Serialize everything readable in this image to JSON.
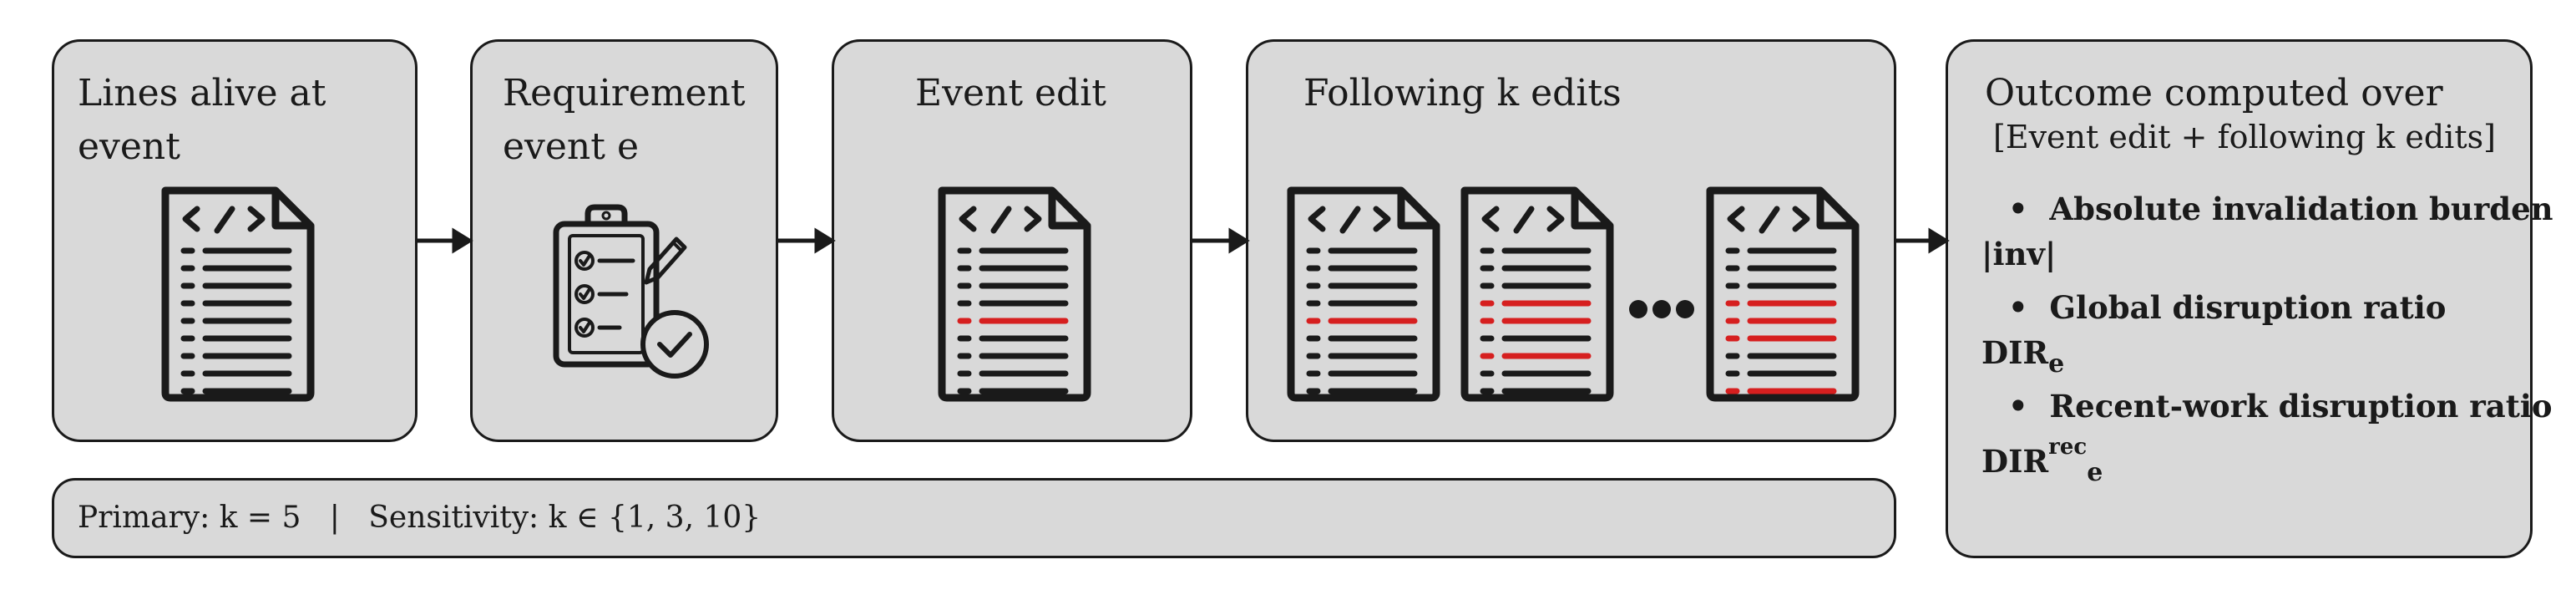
{
  "boxes": {
    "lines_alive": {
      "title_line1": "Lines alive at",
      "title_line2": "event"
    },
    "requirement": {
      "title_line1": "Requirement",
      "title_line2": "event e"
    },
    "event_edit": {
      "title": "Event edit"
    },
    "following": {
      "title": "Following k edits"
    },
    "outcome": {
      "title": "Outcome computed over",
      "subtitle": "[Event edit + following k edits]",
      "metrics": [
        {
          "bullet": "•",
          "label": "Absolute invalidation burden",
          "symbol": "|inv|",
          "symbol_sub": "",
          "symbol_sup": ""
        },
        {
          "bullet": "•",
          "label": "Global disruption ratio",
          "symbol": "DIR",
          "symbol_sub": "e",
          "symbol_sup": ""
        },
        {
          "bullet": "•",
          "label": "Recent-work disruption ratio",
          "symbol": "DIR",
          "symbol_sub": "e",
          "symbol_sup": "rec"
        }
      ]
    }
  },
  "footer": {
    "primary": "Primary: k = 5",
    "separator": "|",
    "sensitivity": "Sensitivity: k ∈ {1, 3, 10}"
  },
  "icons": {
    "doc1": "code-document-icon",
    "clipboard": "clipboard-checklist-icon",
    "doc2": "code-document-edited-icon",
    "more": "ellipsis-icon"
  },
  "colors": {
    "box_fill": "#d9d9d9",
    "outline": "#1a1a1a",
    "edit_line": "#d61f1f"
  }
}
